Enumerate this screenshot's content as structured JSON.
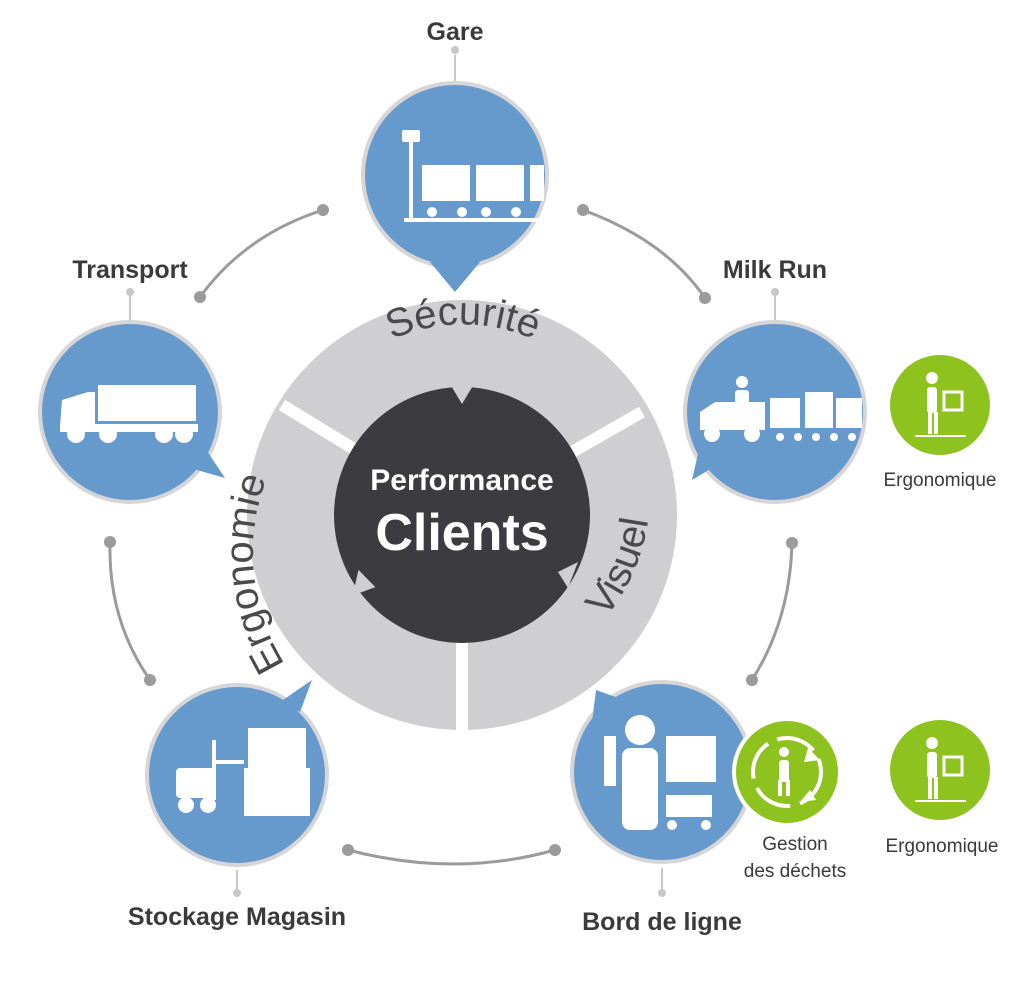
{
  "center": {
    "line1": "Performance",
    "line2": "Clients"
  },
  "ring_labels": {
    "top": "Sécurité",
    "left": "Ergonomie",
    "right": "Visuel"
  },
  "nodes": {
    "gare": "Gare",
    "milk_run": "Milk Run",
    "transport": "Transport",
    "stockage": "Stockage Magasin",
    "bord": "Bord de ligne"
  },
  "badges": {
    "ergo_top": {
      "label": "Ergonomique",
      "icon": "worker-box-icon"
    },
    "dechets": {
      "line1": "Gestion",
      "line2": "des déchets",
      "icon": "recycling-icon"
    },
    "ergo_bottom": {
      "label": "Ergonomique",
      "icon": "worker-box-icon"
    }
  },
  "colors": {
    "node_blue": "#6699cc",
    "center_dark": "#3c3b40",
    "ring_gray": "#cfcfd1",
    "badge_green": "#8dc21f",
    "text_dark": "#3a3a3e"
  }
}
